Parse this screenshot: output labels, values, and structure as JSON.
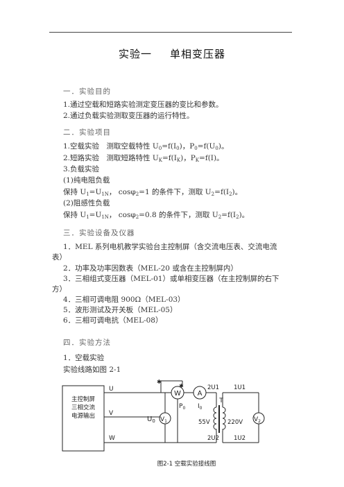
{
  "doc": {
    "title_a": "实验一",
    "title_b": "单相变压器",
    "s1": {
      "heading": "一．实验目的",
      "items": [
        "1.通过空载和短路实验测定变压器的变比和参数。",
        "2.通过负载实验测取变压器的运行特性。"
      ]
    },
    "s2": {
      "heading": "二．实验项目",
      "l1a": "1.空载实验　测取空载特性 U",
      "l1b": "=f(I",
      "l1c": ")，P",
      "l1d": "=f(U",
      "l1e": ")。",
      "s0": "0",
      "l2a": "2.短路实验　测取短路特性 U",
      "l2b": "=f(I",
      "l2c": ")，P",
      "l2d": "=f(I)。",
      "sK": "K",
      "l3": "3.负载实验",
      "l4": "(1)纯电阻负载",
      "l5a": "保持 U",
      "l5b": "=U",
      "l5c": "， cosφ",
      "l5d": "=1 的条件下，测取 U",
      "l5e": "=f(I",
      "l5f": ")。",
      "s1": "1",
      "sN": "1N",
      "s2": "2",
      "l6": "(2)阻感性负载",
      "l7a": "保持 U",
      "l7b": "=U",
      "l7c": "， cosφ",
      "l7d": "=0.8 的条件下，测取 U",
      "l7e": "=f(I",
      "l7f": ")。"
    },
    "s3": {
      "heading": "三．实验设备及仪器",
      "i1a": "1．MEL 系列电机教学实验台主控制屏（含交流电压表、交流电流",
      "i1b": "表）",
      "i2": "2．功率及功率因数表（MEL-20 或含在主控制屏内）",
      "i3a": "3．三相组式变压器（MEL-01）或单相变压器（在主控制屏的右下",
      "i3b": "方）",
      "i4": "4．三相可调电阻 900Ω（MEL-03）",
      "i5": "5．波形测试及开关板（MEL-05）",
      "i6": "6．三相可调电抗（MEL-08）"
    },
    "s4": {
      "heading": "四．实验方法",
      "sub1": "1．空载实验",
      "sub1_text": "实验线路如图 2-1"
    }
  },
  "figure": {
    "box_label": [
      "主控制屏",
      "三相交流",
      "电源输出"
    ],
    "U": "U",
    "V": "V",
    "W": "W",
    "wattmeter": "W",
    "ammeter": "A",
    "V1": "V",
    "V1_sub": "1",
    "V2": "V",
    "V2_sub": "2",
    "U0": "U",
    "U0_sub": "0",
    "P0": "P",
    "P0_sub": "0",
    "I0": "I",
    "I0_sub": "0",
    "t_2U1": "2U1",
    "t_1U1": "1U1",
    "t_2U2": "2U2",
    "t_1U2": "1U2",
    "T": "T",
    "v55": "55V",
    "v220": "220V",
    "caption": "图2-1  空载实验接线图"
  }
}
